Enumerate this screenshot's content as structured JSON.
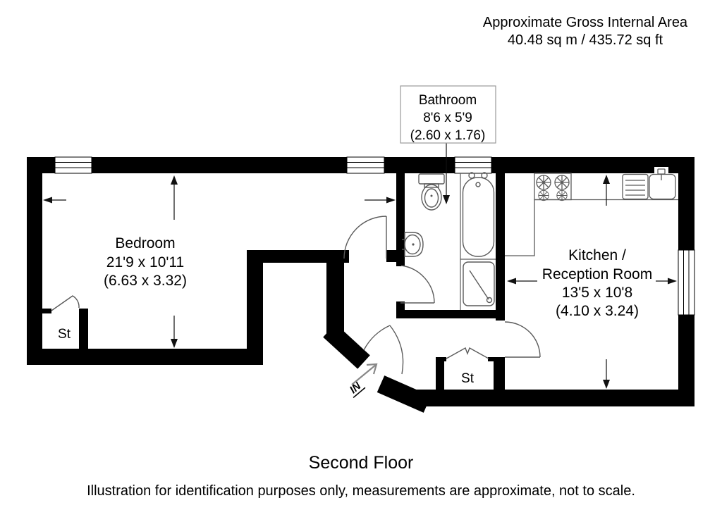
{
  "header": {
    "title": "Approximate Gross Internal Area",
    "area_value": "40.48 sq m / 435.72 sq ft"
  },
  "rooms": {
    "bedroom": {
      "name": "Bedroom",
      "size_imperial": "21'9 x 10'11",
      "size_metric": "(6.63 x 3.32)"
    },
    "bathroom": {
      "name": "Bathroom",
      "size_imperial": "8'6 x 5'9",
      "size_metric": "(2.60 x 1.76)"
    },
    "kitchen": {
      "name_line1": "Kitchen /",
      "name_line2": "Reception Room",
      "size_imperial": "13'5 x 10'8",
      "size_metric": "(4.10 x 3.24)"
    },
    "storage_bedroom": "St",
    "storage_kitchen": "St",
    "entrance_label": "IN"
  },
  "footer": {
    "floor_name": "Second Floor",
    "disclaimer": "Illustration for identification purposes only, measurements are approximate, not to scale."
  },
  "colors": {
    "wall": "#000000",
    "background": "#ffffff",
    "fixture_line": "#5a5a5a",
    "dimension_line": "#111111",
    "entrance_arrow": "#888888",
    "label_box_border": "#999999"
  }
}
